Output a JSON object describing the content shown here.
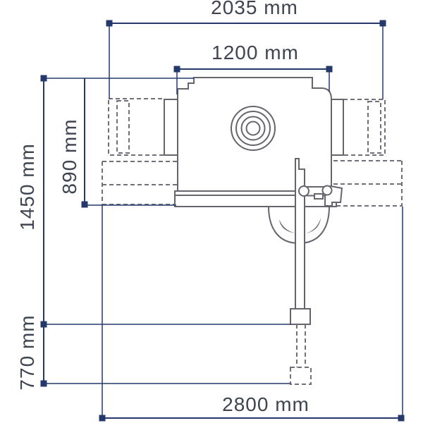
{
  "dimensions": {
    "top_width": {
      "value": 2035,
      "unit": "mm",
      "label": "2035 mm"
    },
    "upper_width": {
      "value": 1200,
      "unit": "mm",
      "label": "1200 mm"
    },
    "overall_height": {
      "value": 1450,
      "unit": "mm",
      "label": "1450 mm"
    },
    "table_height": {
      "value": 890,
      "unit": "mm",
      "label": "890 mm"
    },
    "leg_extension": {
      "value": 770,
      "unit": "mm",
      "label": "770 mm"
    },
    "overall_width": {
      "value": 2800,
      "unit": "mm",
      "label": "2800 mm"
    }
  },
  "colors": {
    "dimension": "#24386b",
    "outline": "#65656d",
    "dashed": "#70707a",
    "text": "#3e4450",
    "background": "#ffffff"
  }
}
